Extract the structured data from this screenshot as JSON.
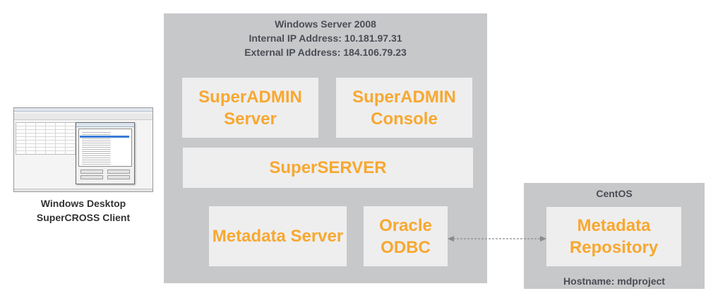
{
  "client": {
    "label_line1": "Windows Desktop",
    "label_line2": "SuperCROSS Client"
  },
  "windows_server": {
    "title": "Windows Server 2008",
    "internal_ip": "Internal IP Address: 10.181.97.31",
    "external_ip": "External IP Address: 184.106.79.23",
    "components": {
      "superadmin_server": "SuperADMIN\nServer",
      "superadmin_console": "SuperADMIN\nConsole",
      "superserver": "SuperSERVER",
      "metadata_server": "Metadata Server",
      "oracle_odbc": "Oracle\nODBC"
    }
  },
  "centos": {
    "title": "CentOS",
    "repository": "Metadata\nRepository",
    "hostname": "Hostname: mdproject"
  },
  "colors": {
    "panel": "#c7c8ca",
    "box": "#eeeeef",
    "accent": "#f7a830",
    "header_text": "#4a4d55",
    "connector": "#8a8a8a"
  },
  "icons": {
    "client_screenshot": "application-window-icon",
    "connector": "bidirectional-dashed-arrow"
  }
}
